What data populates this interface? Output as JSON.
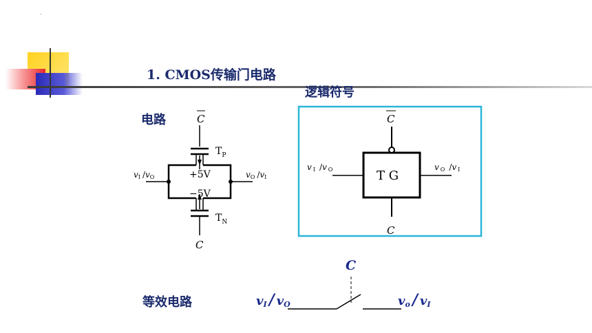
{
  "corner_dot": ".",
  "title": {
    "number": "1.",
    "text": "CMOS传输门电路"
  },
  "logic_symbol_label": "逻辑符号",
  "circuit_label": "电路",
  "equivalent_label": "等效电路",
  "circuit": {
    "c_bar": "C",
    "c": "C",
    "tp": {
      "base": "T",
      "sub": "P"
    },
    "tn": {
      "base": "T",
      "sub": "N"
    },
    "plus5v": "+5V",
    "minus5v": "−5V",
    "left_io": {
      "v1": "v",
      "s1": "I",
      "sep": "/",
      "v2": "v",
      "s2": "O"
    },
    "right_io": {
      "v1": "v",
      "s1": "O",
      "sep": "/",
      "v2": "v",
      "s2": "I"
    }
  },
  "logic": {
    "gate_text": "T G",
    "c_bar": "C",
    "c": "C",
    "left_io": {
      "v1": "v",
      "s1": "I",
      "sep": "/",
      "v2": "v",
      "s2": "O"
    },
    "right_io": {
      "v1": "v",
      "s1": "O",
      "sep": "/",
      "v2": "v",
      "s2": "I"
    },
    "border_color": "#29b6d9"
  },
  "equivalent": {
    "c": "C",
    "left": {
      "v1": "v",
      "s1": "I",
      "sep": "/",
      "v2": "v",
      "s2": "O"
    },
    "right": {
      "v1": "v",
      "s1": "o",
      "sep": "/",
      "v2": "v",
      "s2": "I"
    },
    "color": "#1a2a8c"
  },
  "colors": {
    "title": "#1a2a6c",
    "yellow": "#ffd21e",
    "red": "#e8262a",
    "blue": "#2a2ab8"
  }
}
